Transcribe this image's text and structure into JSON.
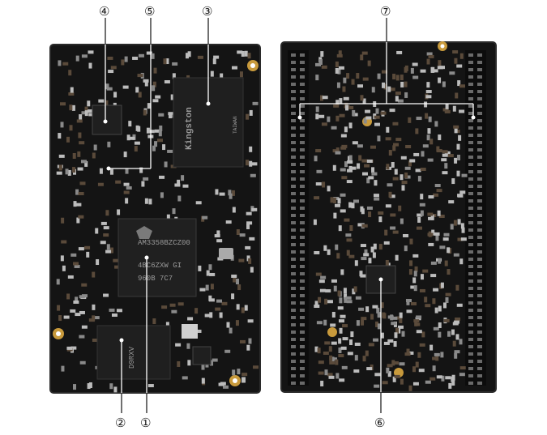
{
  "callouts": [
    {
      "id": "1",
      "symbol": "①"
    },
    {
      "id": "2",
      "symbol": "②"
    },
    {
      "id": "3",
      "symbol": "③"
    },
    {
      "id": "4",
      "symbol": "④"
    },
    {
      "id": "5",
      "symbol": "⑤"
    },
    {
      "id": "6",
      "symbol": "⑥"
    },
    {
      "id": "7",
      "symbol": "⑦"
    }
  ],
  "chips": {
    "cpu_lines": [
      "AM3358BZCZ00",
      "4BC6ZXW GI",
      "960B   7C7"
    ],
    "ram_brand": "Kingston",
    "ram_sub": "TAIWAN",
    "flash_label": "D9RXV"
  },
  "colors": {
    "pcb": "#141414",
    "pcb_edge": "#2a2a2a",
    "gold": "#c89a3c",
    "silk": "#d8d8d8",
    "chip": "#1f1f1f"
  }
}
